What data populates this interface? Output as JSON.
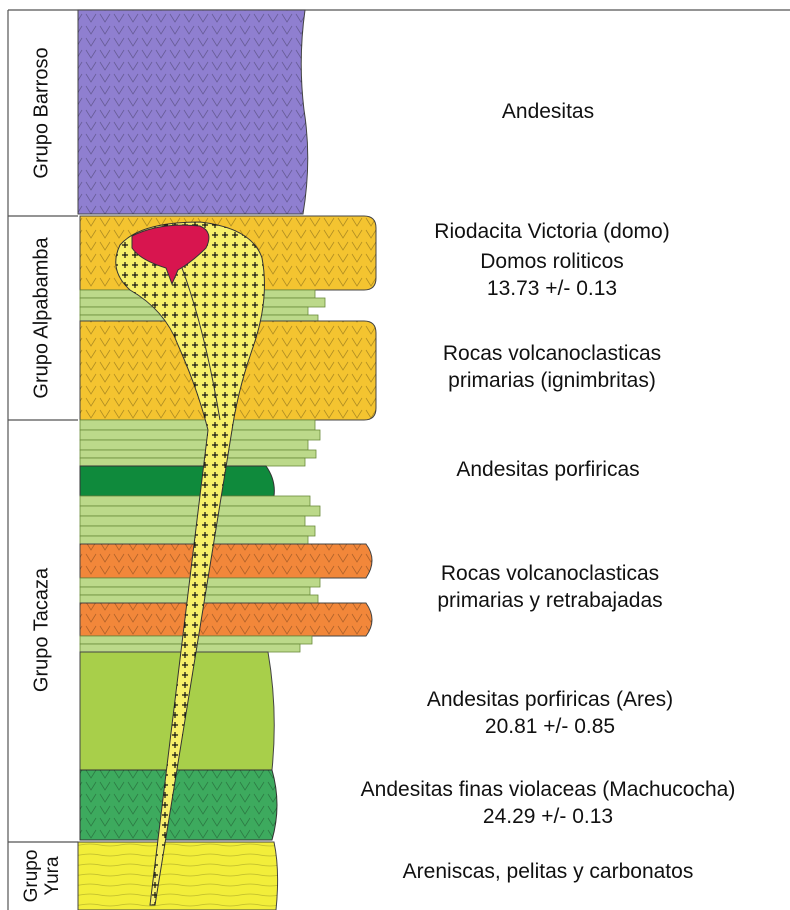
{
  "groups": {
    "barroso": "Grupo Barroso",
    "alpabamba": "Grupo Alpabamba",
    "tacaza": "Grupo Tacaza",
    "yura_line1": "Grupo",
    "yura_line2": "Yura"
  },
  "units": {
    "andesitas": "Andesitas",
    "riodacita": "Riodacita Victoria (domo)",
    "domos": "Domos roliticos",
    "domos_age": "13.73 +/- 0.13",
    "ignimbritas_line1": "Rocas volcanoclasticas",
    "ignimbritas_line2": "primarias (ignimbritas)",
    "porfiricas": "Andesitas porfiricas",
    "retrabajadas_line1": "Rocas volcanoclasticas",
    "retrabajadas_line2": "primarias y retrabajadas",
    "ares": "Andesitas porfiricas (Ares)",
    "ares_age": "20.81 +/- 0.85",
    "machucocha": "Andesitas finas violaceas (Machucocha)",
    "machucocha_age": "24.29 +/- 0.13",
    "areniscas": "Areniscas, pelitas y carbonatos"
  },
  "colors": {
    "andesite_purple": "#8f7fd0",
    "yellow_volcanic": "#f4c430",
    "light_green": "#bcd98a",
    "dark_green": "#0f8a3c",
    "orange": "#f2873a",
    "lime_green": "#a8cf4a",
    "teal_green": "#3daa5e",
    "yura_yellow": "#f2ee3a",
    "dome_magenta": "#d8154f",
    "conduit_yellow": "#f7f06a"
  }
}
